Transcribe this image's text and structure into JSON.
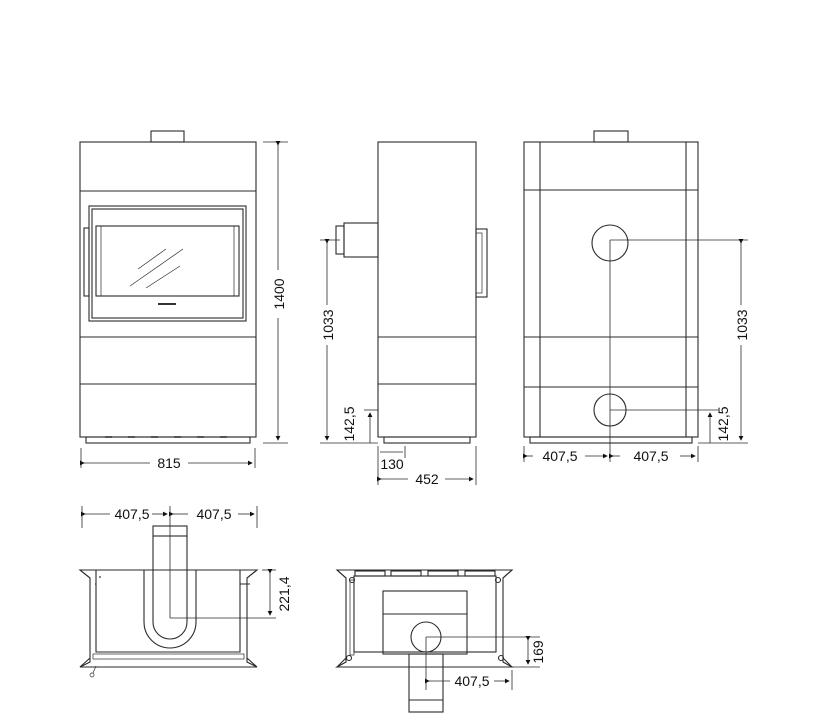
{
  "title": "Stove dimension drawing",
  "front_view": {
    "height": "1400",
    "width": "815",
    "logo": "logo"
  },
  "side_view": {
    "flue_height": "1033",
    "air_inlet_height": "142,5",
    "air_inlet_offset": "130",
    "depth": "452"
  },
  "back_view": {
    "flue_height": "1033",
    "air_inlet_height": "142,5",
    "half_width_left": "407,5",
    "half_width_right": "407,5"
  },
  "top_view": {
    "half_width_left": "407,5",
    "half_width_right": "407,5",
    "flue_offset": "221,4"
  },
  "bottom_view": {
    "inlet_offset": "169",
    "half_width": "407,5"
  }
}
